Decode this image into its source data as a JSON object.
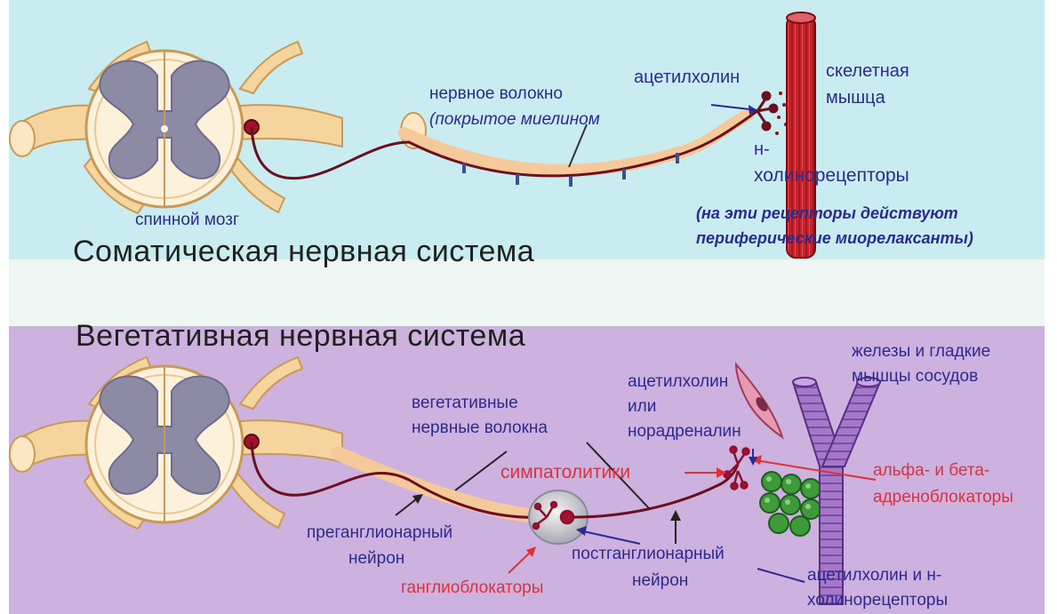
{
  "colors": {
    "somatic_bg": "#c8ecf0",
    "middle_bg": "#eef6f4",
    "autonomic_bg": "#cdb2e0",
    "label_blue": "#2b2a8f",
    "label_red": "#e0303a",
    "muscle_red": "#c8232c",
    "nerve_dark": "#6a1020",
    "nerve_sheath": "#f5c99a",
    "vessel_purple": "#a678c8",
    "gland_green": "#3f9a3a"
  },
  "somatic": {
    "title": "Соматическая нервная система",
    "spinal_cord_label": "спинной мозг",
    "fiber_label_line1": "нервное волокно",
    "fiber_label_line2": "(покрытое миелином",
    "acetylcholine": "ацетилхолин",
    "muscle_line1": "скелетная",
    "muscle_line2": "мышца",
    "receptors_line1": "н-",
    "receptors_line2": "холинорецепторы",
    "note_line1": "(на эти рецепторы действуют",
    "note_line2": "периферические миорелаксанты)"
  },
  "autonomic": {
    "title": "Вегетативная нервная система",
    "glands_line1": "железы и гладкие",
    "glands_line2": "мышцы сосудов",
    "mediators_line1": "ацетилхолин",
    "mediators_line2": "или",
    "mediators_line3": "норадреналин",
    "fibers_line1": "вегетативные",
    "fibers_line2": "нервные волокна",
    "sympatholytics": "симпатолитики",
    "adrenoblockers_line1": "альфа- и бета-",
    "adrenoblockers_line2": "адреноблокаторы",
    "preganglionic_line1": "преганглионарный",
    "preganglionic_line2": "нейрон",
    "postganglionic_line1": "постганглионарный",
    "postganglionic_line2": "нейрон",
    "ganglionic_blockers": "ганглиоблокаторы",
    "acetylcholine_receptors_line1": "ацетилхолин и н-",
    "acetylcholine_receptors_line2": "холинорецепторы"
  }
}
